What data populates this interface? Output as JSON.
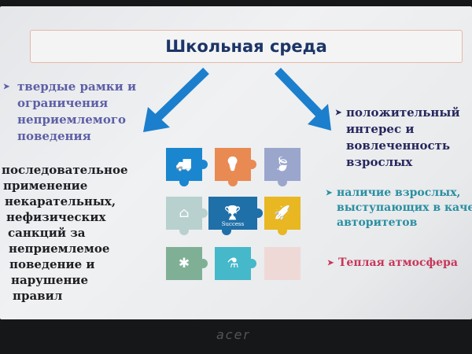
{
  "slide": {
    "title": "Школьная среда",
    "left_bullet": [
      "твердые рамки и",
      "ограничения",
      "неприемлемого",
      "поведения"
    ],
    "left_text": [
      "последовательное",
      "применение",
      "некарательных,",
      "нефизических",
      "санкций за",
      "неприемлемое",
      "поведение и",
      "нарушение",
      "правил"
    ],
    "right_bullets": [
      {
        "lines": [
          "положительный",
          "интерес и",
          "вовлеченность",
          "взрослых"
        ],
        "color": "#28285e"
      },
      {
        "lines": [
          "наличие взрослых,",
          "выступающих в качес",
          "авторитетов"
        ],
        "color": "#2a8fa1"
      },
      {
        "lines": [
          "Теплая атмосфера"
        ],
        "color": "#c8365a"
      }
    ],
    "puzzle": {
      "center_label": "Success",
      "pieces": [
        {
          "icon": "truck-icon",
          "glyph": "🚚",
          "color": "#1a86cf"
        },
        {
          "icon": "lightbulb-icon",
          "glyph": "💡",
          "color": "#e98a52"
        },
        {
          "icon": "leaf-icon",
          "glyph": "🍃",
          "color": "#9aa6cc"
        },
        {
          "icon": "home-icon",
          "glyph": "⌂",
          "color": "#b8d1cf"
        },
        {
          "icon": "trophy-icon",
          "glyph": "🏆",
          "color": "#1f6fa8"
        },
        {
          "icon": "rocket-icon",
          "glyph": "🚀",
          "color": "#e8b722"
        },
        {
          "icon": "gear-icon",
          "glyph": "✱",
          "color": "#7fb096"
        },
        {
          "icon": "flask-icon",
          "glyph": "⚗",
          "color": "#45b8c9"
        },
        {
          "icon": "faded-piece-icon",
          "glyph": "",
          "color": "#efd9d6"
        }
      ]
    }
  },
  "laptop": {
    "brand": "acer"
  }
}
